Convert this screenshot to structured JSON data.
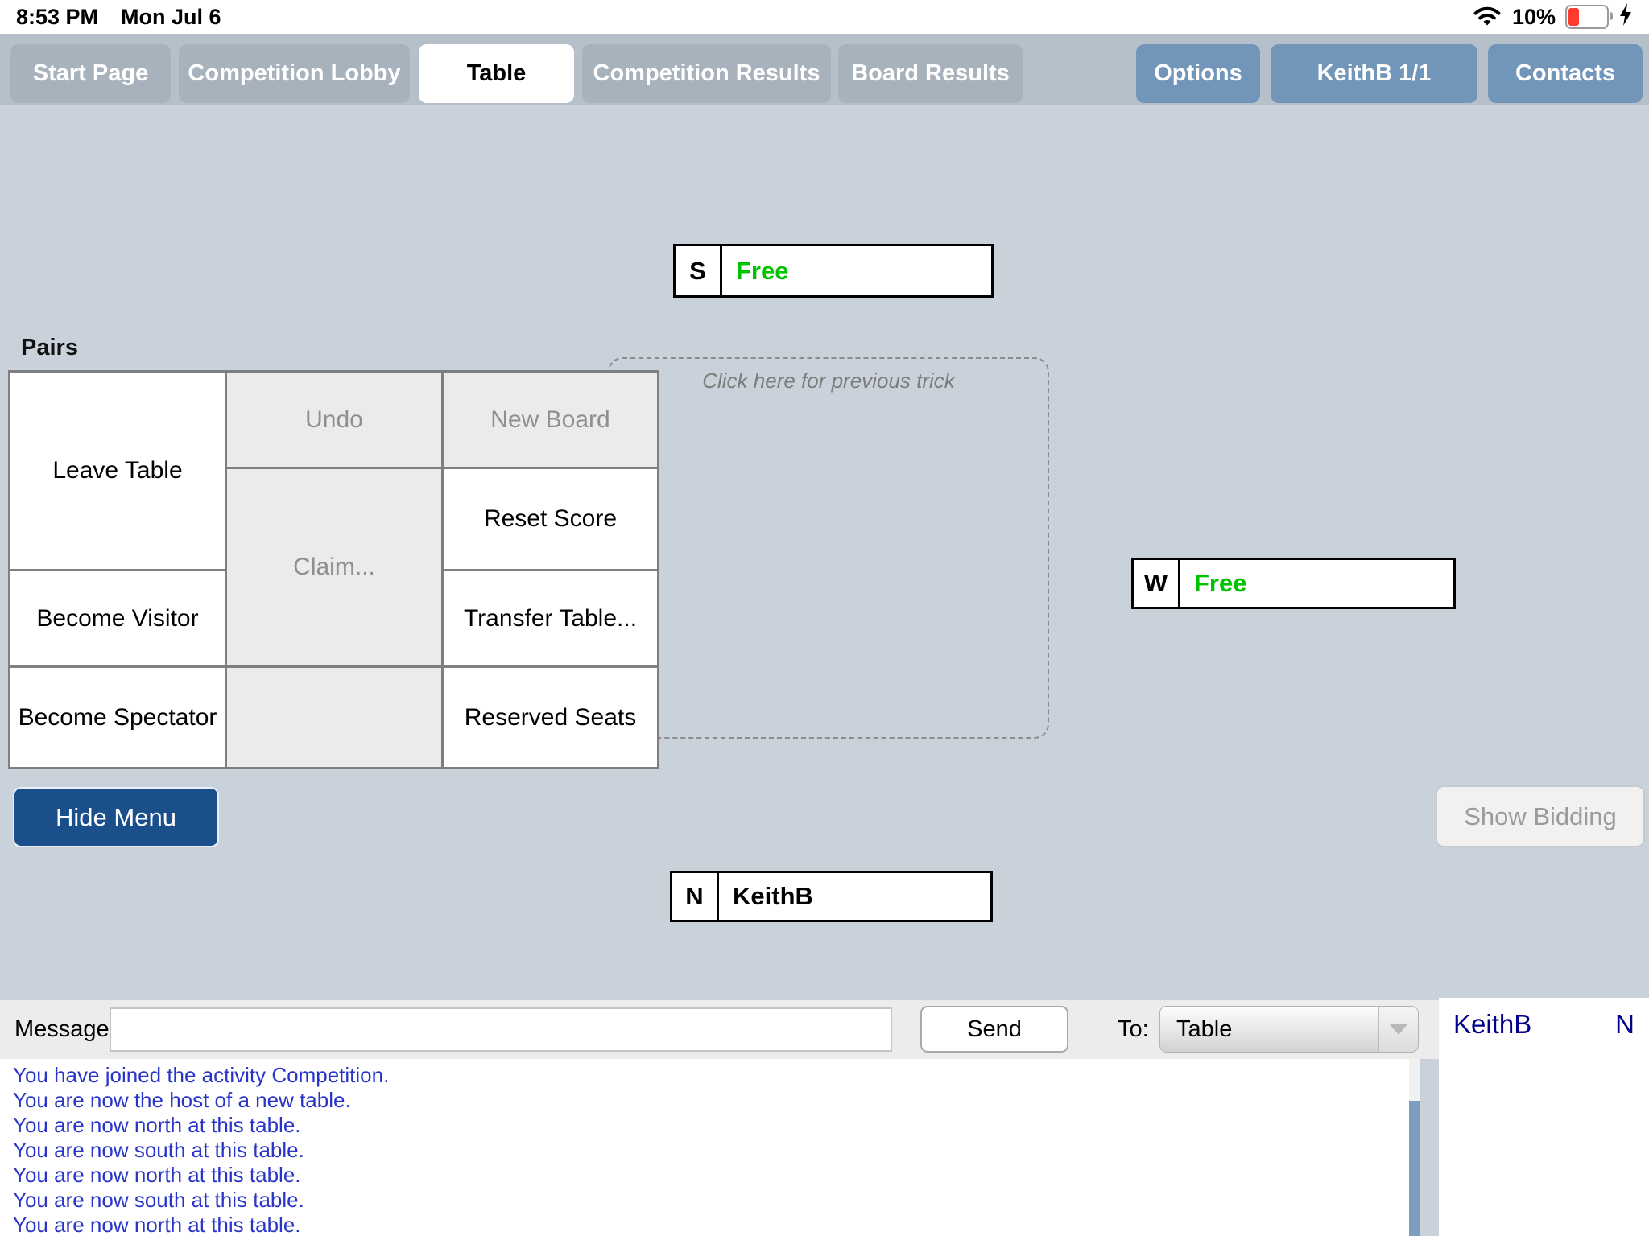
{
  "status_bar": {
    "time": "8:53 PM",
    "date": "Mon Jul 6",
    "battery_percent": "10%",
    "battery_state": "charging",
    "icons": [
      "wifi-icon",
      "battery-icon",
      "charging-bolt-icon"
    ]
  },
  "nav": {
    "tabs": [
      {
        "label": "Start Page",
        "active": false
      },
      {
        "label": "Competition Lobby",
        "active": false
      },
      {
        "label": "Table",
        "active": true
      },
      {
        "label": "Competition Results",
        "active": false
      },
      {
        "label": "Board Results",
        "active": false
      }
    ],
    "buttons": [
      {
        "label": "Options"
      },
      {
        "label": "KeithB 1/1"
      },
      {
        "label": "Contacts"
      }
    ]
  },
  "table_view": {
    "section_label": "Pairs",
    "seats": {
      "south": {
        "letter": "S",
        "occupant": "Free",
        "free": true
      },
      "west": {
        "letter": "W",
        "occupant": "Free",
        "free": true
      },
      "north": {
        "letter": "N",
        "occupant": "KeithB",
        "free": false
      }
    },
    "previous_trick_hint": "Click here for previous trick",
    "menu": {
      "leave_table": "Leave Table",
      "undo": "Undo",
      "new_board": "New Board",
      "claim": "Claim...",
      "reset_score": "Reset Score",
      "transfer_table": "Transfer Table...",
      "become_visitor": "Become Visitor",
      "become_spectator": "Become Spectator",
      "reserved_seats": "Reserved Seats"
    },
    "hide_menu_label": "Hide Menu",
    "show_bidding_label": "Show Bidding"
  },
  "message_bar": {
    "label": "Message:",
    "input_value": "",
    "input_placeholder": "",
    "send_label": "Send",
    "to_label": "To:",
    "recipient_selected": "Table"
  },
  "chat": {
    "messages": [
      "You have joined the activity Competition.",
      "You are now the host of a new table.",
      "You are now north at this table.",
      "You are now south at this table.",
      "You are now north at this table.",
      "You are now south at this table.",
      "You are now north at this table."
    ]
  },
  "roster": {
    "player": "KeithB",
    "seat": "N"
  },
  "colors": {
    "free_seat_green": "#00c300",
    "roster_navy": "#00008b",
    "chat_blue": "#2835c8",
    "hide_menu_blue": "#1a4f8b",
    "nav_button_blue": "#7295ba",
    "battery_low_red": "#ff3b30",
    "background": "#c9d2da"
  }
}
